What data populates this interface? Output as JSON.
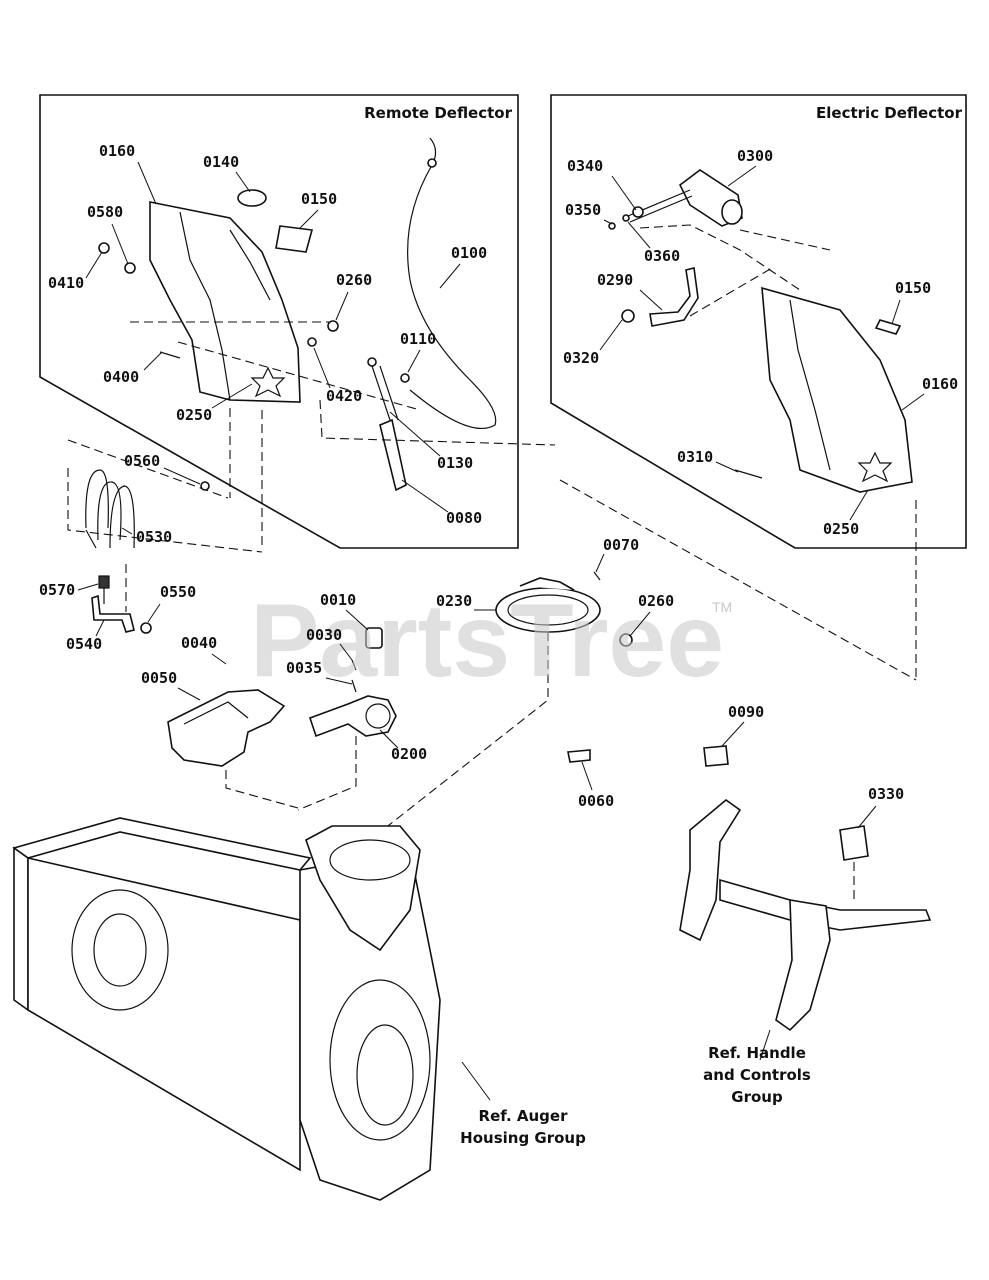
{
  "boxes": {
    "remote": {
      "title": "Remote Deflector"
    },
    "electric": {
      "title": "Electric Deflector"
    }
  },
  "labels": {
    "p0160a": "0160",
    "p0140": "0140",
    "p0150a": "0150",
    "p0580": "0580",
    "p0410": "0410",
    "p0100": "0100",
    "p0260a": "0260",
    "p0110": "0110",
    "p0400": "0400",
    "p0420": "0420",
    "p0250a": "0250",
    "p0130": "0130",
    "p0080": "0080",
    "p0340": "0340",
    "p0300": "0300",
    "p0350": "0350",
    "p0360": "0360",
    "p0290": "0290",
    "p0150b": "0150",
    "p0320": "0320",
    "p0160b": "0160",
    "p0310": "0310",
    "p0250b": "0250",
    "p0560": "0560",
    "p0530": "0530",
    "p0070": "0070",
    "p0570": "0570",
    "p0550": "0550",
    "p0540": "0540",
    "p0010": "0010",
    "p0230": "0230",
    "p0260b": "0260",
    "p0040": "0040",
    "p0030": "0030",
    "p0035": "0035",
    "p0050": "0050",
    "p0200": "0200",
    "p0090": "0090",
    "p0060": "0060",
    "p0330": "0330"
  },
  "references": {
    "handle": [
      "Ref. Handle",
      "and Controls",
      "Group"
    ],
    "auger": [
      "Ref. Auger",
      "Housing Group"
    ]
  },
  "watermark": {
    "text": "PartsTree",
    "trademark": "TM"
  }
}
